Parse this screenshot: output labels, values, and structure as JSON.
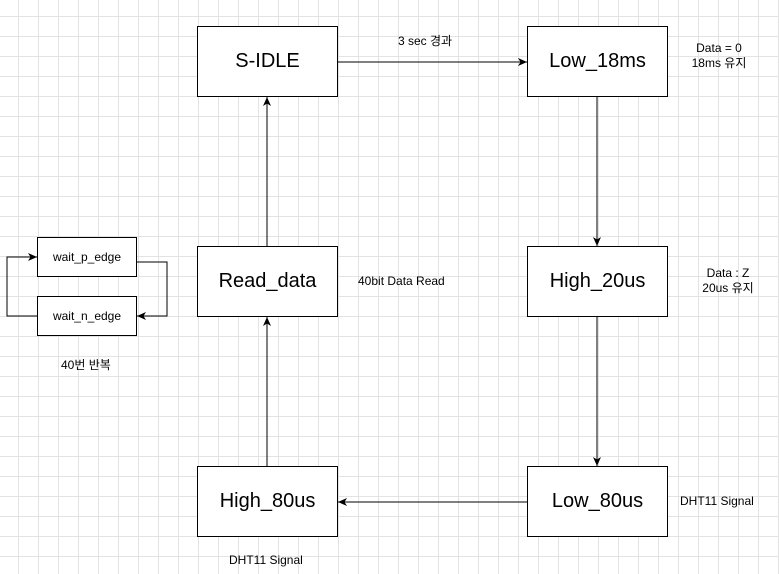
{
  "states": {
    "s_idle": "S-IDLE",
    "low_18ms": "Low_18ms",
    "high_20us": "High_20us",
    "low_80us": "Low_80us",
    "high_80us": "High_80us",
    "read_data": "Read_data"
  },
  "sub_states": {
    "wait_p_edge": "wait_p_edge",
    "wait_n_edge": "wait_n_edge"
  },
  "labels": {
    "transition_3sec": "3 sec 경과",
    "low18_note_line1": "Data = 0",
    "low18_note_line2": "18ms 유지",
    "high20_note_line1": "Data : Z",
    "high20_note_line2": "20us 유지",
    "low80_note": "DHT11 Signal",
    "high80_note": "DHT11 Signal",
    "read_note": "40bit Data Read",
    "loop_note": "40번 반복"
  }
}
